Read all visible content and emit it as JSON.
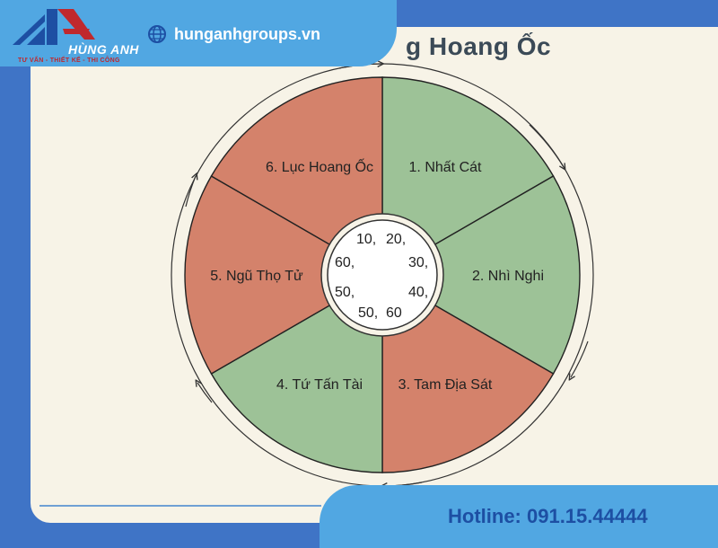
{
  "header": {
    "brand_name": "HÙNG ANH",
    "brand_slogan": "TƯ VẤN - THIẾT KẾ - THI CÔNG",
    "website": "hunganhgroups.vn",
    "title_fragment": "g Hoang Ốc"
  },
  "wheel": {
    "segments": [
      {
        "label": "1. Nhất Cát",
        "color": "#9dc297"
      },
      {
        "label": "2. Nhì Nghi",
        "color": "#9dc297"
      },
      {
        "label": "3. Tam Địa Sát",
        "color": "#d4826b"
      },
      {
        "label": "4. Tứ Tấn Tài",
        "color": "#9dc297"
      },
      {
        "label": "5. Ngũ Thọ Tử",
        "color": "#d4826b"
      },
      {
        "label": "6. Lục Hoang Ốc",
        "color": "#d4826b"
      }
    ],
    "center_numbers": [
      "10,",
      "20,",
      "30,",
      "40,",
      "50,",
      "60",
      "50,",
      "60,"
    ]
  },
  "footer": {
    "hotline": "Hotline: 091.15.44444"
  },
  "colors": {
    "good": "#9dc297",
    "bad": "#d4826b",
    "accent_blue": "#51a7e2",
    "hotline_text": "#1d4fa3"
  }
}
